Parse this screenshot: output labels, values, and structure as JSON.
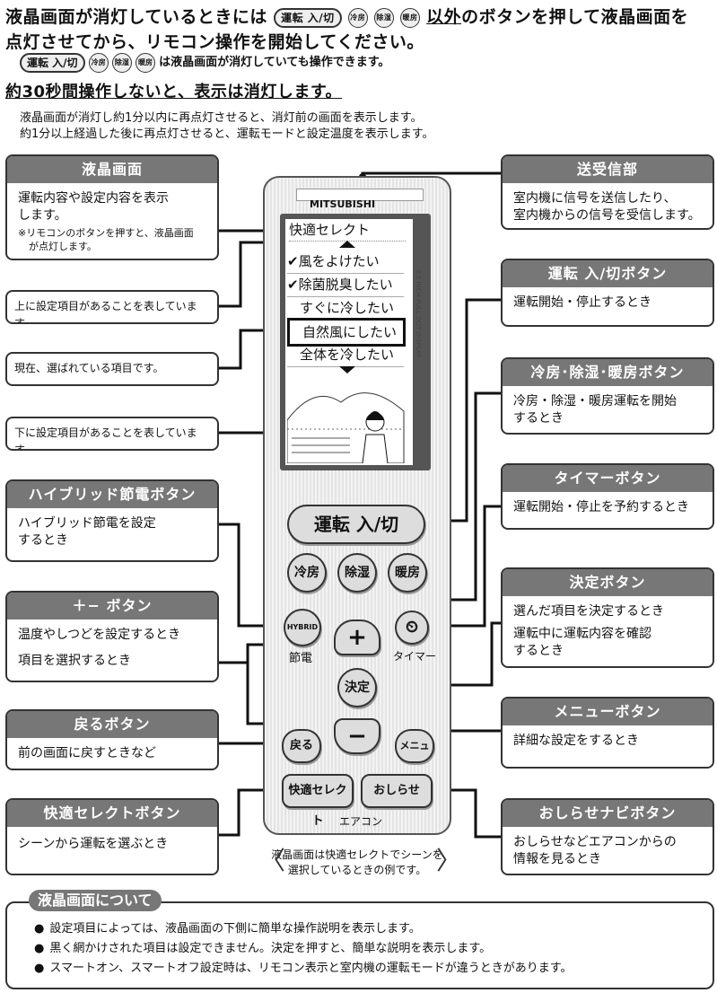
{
  "header": {
    "line1_a": "液晶画面が消灯しているときには",
    "line1_b": "以外",
    "line1_c": "のボタンを押して液晶画面を",
    "line2": "点灯させてから、リモコン操作を開始してください。",
    "line3_b": "は液晶画面が消灯していても操作できます。",
    "line4": "約30秒間操作しないと、表示は消灯します。",
    "line5": "液晶画面が消灯し約1分以内に再点灯させると、消灯前の画面を表示します。",
    "line6": "約1分以上経過した後に再点灯させると、運転モードと設定温度を表示します。",
    "pill_power": "運転 入/切",
    "circ_cool": "冷房",
    "circ_dry": "除湿",
    "circ_heat": "暖房"
  },
  "cards_left": {
    "lcd": {
      "title": "液晶画面",
      "body1": "運転内容や設定内容を表示",
      "body2": "します。",
      "note1": "※リモコンのボタンを押すと、液晶画面",
      "note2": "が点灯します。"
    },
    "above": {
      "body": "上に設定項目があることを表しています。"
    },
    "current": {
      "body": "現在、選ばれている項目です。"
    },
    "below": {
      "body": "下に設定項目があることを表しています。"
    },
    "hybrid": {
      "title": "ハイブリッド節電ボタン",
      "body1": "ハイブリッド節電を設定",
      "body2": "するとき"
    },
    "plusminus": {
      "title": "＋− ボタン",
      "body1": "温度やしつどを設定するとき",
      "body2": "項目を選択するとき"
    },
    "back": {
      "title": "戻るボタン",
      "body": "前の画面に戻すときなど"
    },
    "select": {
      "title": "快適セレクトボタン",
      "body": "シーンから運転を選ぶとき"
    }
  },
  "cards_right": {
    "signal": {
      "title": "送受信部",
      "body1": "室内機に信号を送信したり、",
      "body2": "室内機からの信号を受信します。"
    },
    "power": {
      "title": "運転 入/切ボタン",
      "body": "運転開始・停止するとき"
    },
    "mode": {
      "title": "冷房･除湿･暖房ボタン",
      "body1": "冷房・除湿・暖房運転を開始",
      "body2": "するとき"
    },
    "timer": {
      "title": "タイマーボタン",
      "body": "運転開始・停止を予約するとき"
    },
    "decide": {
      "title": "決定ボタン",
      "body1": "選んだ項目を決定するとき",
      "body2": "運転中に運転内容を確認",
      "body3": "するとき"
    },
    "menu": {
      "title": "メニューボタン",
      "body": "詳細な設定をするとき"
    },
    "notice": {
      "title": "おしらせナビボタン",
      "body1": "おしらせなどエアコンからの",
      "body2": "情報を見るとき"
    }
  },
  "remote": {
    "brand": "MITSUBISHI",
    "lcd_title": "快適セレクト",
    "lcd_items": [
      "✔風をよけたい",
      "✔除菌脱臭したい",
      "すぐに冷したい",
      "自然風にしたい",
      "全体を冷したい"
    ],
    "lcd_side": "3.5 INCH FULL DOT DISPLAY",
    "btn_power": "運転 入/切",
    "btn_cool": "冷房",
    "btn_dry": "除湿",
    "btn_heat": "暖房",
    "btn_hybrid": "HYBRID",
    "lbl_hybrid": "節電",
    "btn_plus": "+",
    "btn_timer": "⏲",
    "lbl_timer": "タイマー",
    "btn_decide": "決定",
    "btn_minus": "−",
    "btn_back": "戻る",
    "btn_menu": "メニュー",
    "btn_select": "快適セレクト",
    "btn_notice": "おしらせ",
    "footer": "エアコン"
  },
  "caption": {
    "line1": "液晶画面は快適セレクトでシーンを",
    "line2": "選択しているときの例です。"
  },
  "about": {
    "title": "液晶画面について",
    "item1": "設定項目によっては、液晶画面の下側に簡単な操作説明を表示します。",
    "item2": "黒く網かけされた項目は設定できません。決定を押すと、簡単な説明を表示します。",
    "item3": "スマートオン、スマートオフ設定時は、リモコン表示と室内機の運転モードが違うときがあります。"
  }
}
